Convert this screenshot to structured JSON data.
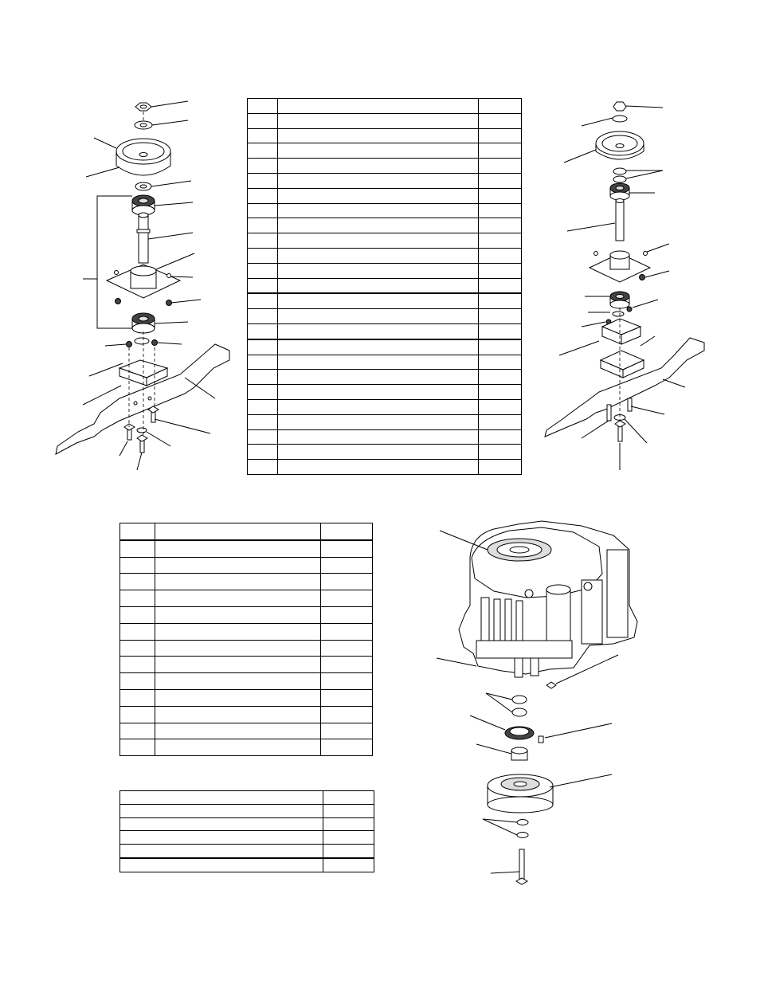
{
  "tables": {
    "spindle_parts_table": {
      "rows": 25
    },
    "engine_parts_table": {
      "rows": 14
    },
    "small_parts_table": {
      "rows": 6
    }
  },
  "figures": {
    "left_spindle": {
      "kind": "exploded-view",
      "parts": [
        "nut",
        "washer",
        "pulley",
        "spacer",
        "bearing",
        "spindle-shaft",
        "spindle-housing",
        "bolts",
        "bearing",
        "washer",
        "adapter-block",
        "blade",
        "bolts",
        "washer"
      ]
    },
    "right_spindle": {
      "kind": "exploded-view",
      "parts": [
        "nut",
        "washer",
        "pulley",
        "spacers",
        "bearing",
        "spindle-shaft",
        "spindle-housing",
        "bolts",
        "bearing",
        "adapter-block",
        "blade",
        "bolt",
        "washer"
      ]
    },
    "engine_clutch": {
      "kind": "exploded-view",
      "parts": [
        "engine",
        "bolt",
        "nut",
        "spacers",
        "washer",
        "bushing",
        "key",
        "electric-clutch",
        "washers",
        "bolt"
      ]
    }
  }
}
